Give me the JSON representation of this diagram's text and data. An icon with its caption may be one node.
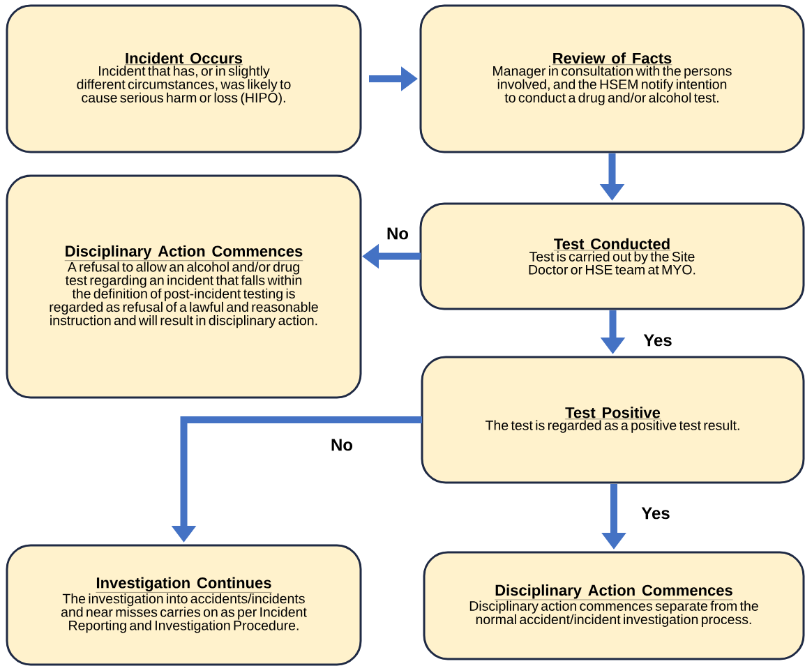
{
  "diagram": {
    "nodes": [
      {
        "text": [
          "Incident Occurs",
          "Incident that has, or in slightly different circumstances, was likely to cause serious harm or loss (HIPO)."
        ]
      },
      {
        "text": [
          "Review of Facts",
          "Manager in consultation with the persons involved, and the HSEM notify intention to conduct a drug and/or alcohol test."
        ]
      },
      {
        "text": [
          "Disciplinary Action Commences",
          "A refusal to allow an alcohol and/or drug test regarding an incident that falls within the definition of post-incident testing is regarded as refusal of a lawful and reasonable instruction and will result in disciplinary action."
        ]
      },
      {
        "text": [
          "Test Conducted",
          "Test is carried out by the Site Doctor or HSE team at MYO."
        ]
      },
      {
        "text": [
          "Test Positive",
          "The test is regarded as a positive test result."
        ]
      },
      {
        "text": [
          "Investigation Continues",
          "The investigation into accidents/incidents and near misses carries on as per Incident Reporting and Investigation Procedure."
        ]
      },
      {
        "text": [
          "Disciplinary Action Commences",
          "Disciplinary action commences separate from the normal accident/incident investigation process."
        ]
      }
    ],
    "edges": [
      {
        "from": 0,
        "to": 1,
        "arrow": "to"
      },
      {
        "from": 1,
        "to": 3,
        "arrow": "to"
      },
      {
        "from": 3,
        "to": 2,
        "arrow": "to",
        "label": "No"
      },
      {
        "from": 3,
        "to": 4,
        "arrow": "to",
        "label": "Yes"
      },
      {
        "from": 4,
        "to": 5,
        "arrow": "to",
        "label": "No"
      },
      {
        "from": 4,
        "to": 6,
        "arrow": "to",
        "label": "Yes"
      }
    ]
  }
}
